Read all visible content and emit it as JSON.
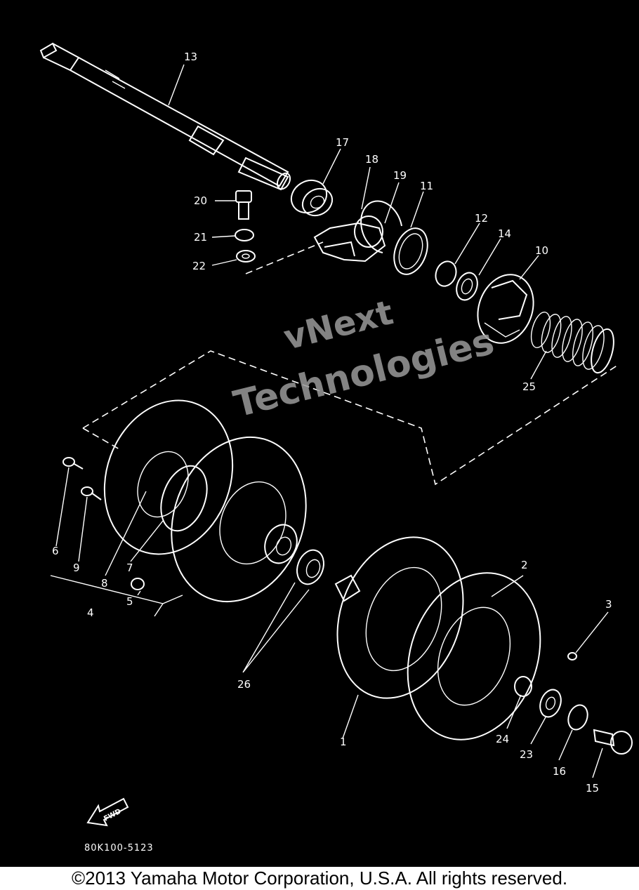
{
  "diagram": {
    "code": "80K100-5123",
    "fwd_label": "FWD",
    "watermark_line1": "vNext",
    "watermark_line2": "Technologies",
    "callouts": [
      "1",
      "2",
      "3",
      "4",
      "5",
      "6",
      "7",
      "8",
      "9",
      "10",
      "11",
      "12",
      "13",
      "14",
      "15",
      "16",
      "17",
      "18",
      "19",
      "20",
      "21",
      "22",
      "23",
      "24",
      "25",
      "26"
    ]
  },
  "footer": {
    "copyright": "©2013 Yamaha Motor Corporation, U.S.A. All rights reserved."
  },
  "colors": {
    "diagram_background": "#000000",
    "line_art": "#ffffff",
    "watermark": "#9a9a9a",
    "page_background": "#ffffff"
  }
}
